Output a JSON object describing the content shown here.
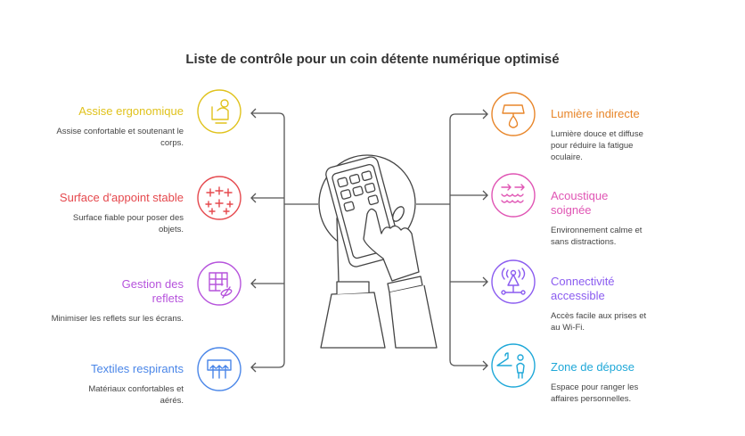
{
  "title": "Liste de contrôle pour un coin détente numérique optimisé",
  "left_items": [
    {
      "title": "Assise ergonomique",
      "desc": "Assise confortable et soutenant le corps.",
      "color": "#e0c21c",
      "icon": "ergonomic-seat-icon"
    },
    {
      "title": "Surface d'appoint stable",
      "desc": "Surface fiable pour poser des objets.",
      "color": "#e5484d",
      "icon": "plus-grid-icon"
    },
    {
      "title": "Gestion des reflets",
      "desc": "Minimiser les reflets sur les écrans.",
      "color": "#b653dc",
      "icon": "glare-grid-icon"
    },
    {
      "title": "Textiles respirants",
      "desc": "Matériaux confortables et aérés.",
      "color": "#4a86e8",
      "icon": "breathable-fabric-icon"
    }
  ],
  "right_items": [
    {
      "title": "Lumière indirecte",
      "desc": "Lumière douce et diffuse pour réduire la fatigue oculaire.",
      "color": "#e8862a",
      "icon": "lamp-icon"
    },
    {
      "title": "Acoustique soignée",
      "desc": "Environnement calme et sans distractions.",
      "color": "#e055b4",
      "icon": "sound-waves-icon"
    },
    {
      "title": "Connectivité accessible",
      "desc": "Accès facile aux prises et au Wi-Fi.",
      "color": "#8b5cf0",
      "icon": "antenna-icon"
    },
    {
      "title": "Zone de dépose",
      "desc": "Espace pour ranger les affaires personnelles.",
      "color": "#1fa8d8",
      "icon": "hanger-person-icon"
    }
  ]
}
